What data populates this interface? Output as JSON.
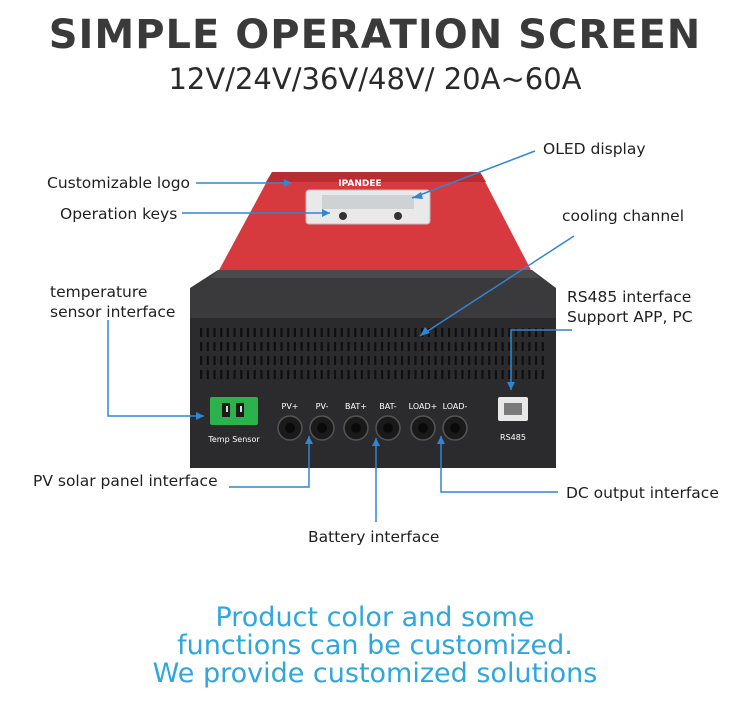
{
  "header": {
    "title": "SIMPLE OPERATION SCREEN",
    "subtitle": "12V/24V/36V/48V/  20A~60A"
  },
  "device": {
    "logo_text": "IPANDEE",
    "connector_label": "Temp Sensor",
    "ports": [
      "PV+",
      "PV-",
      "BAT+",
      "BAT-",
      "LOAD+",
      "LOAD-"
    ],
    "rj45_label": "RS485",
    "colors": {
      "body_red": "#d63a3e",
      "body_dark": "#2e2e30",
      "connector_green": "#2bb24c",
      "callout": "#2f86d3"
    }
  },
  "callouts": {
    "oled": "OLED display",
    "logo": "Customizable logo",
    "keys": "Operation keys",
    "cooling": "cooling channel",
    "temp_line1": "temperature",
    "temp_line2": "sensor interface",
    "rs485_line1": "RS485 interface",
    "rs485_line2": "Support APP, PC",
    "pv": "PV solar panel interface",
    "dc": "DC output interface",
    "battery": "Battery interface"
  },
  "footer": {
    "line1": "Product color and some",
    "line2": "functions can be customized.",
    "line3": "We provide customized solutions"
  }
}
